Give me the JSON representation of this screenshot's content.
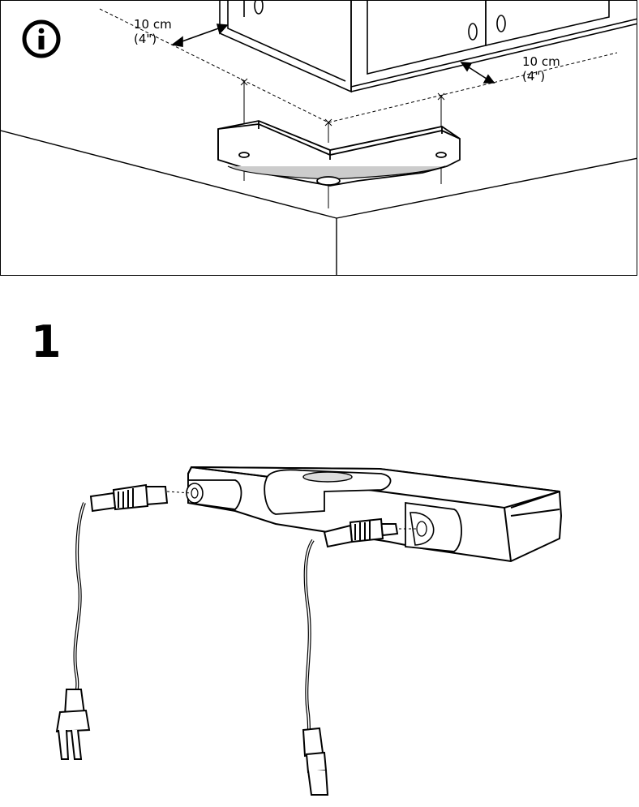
{
  "info": {
    "icon": "info-icon",
    "dimension_left": {
      "value": "10 cm",
      "imperial": "(4\")"
    },
    "dimension_right": {
      "value": "10 cm",
      "imperial": "(4\")"
    }
  },
  "step": {
    "number": "1"
  },
  "illustrations": {
    "info_panel": "corner-light-under-cabinet-drawing",
    "step_1": "power-cords-into-light-sockets-drawing"
  }
}
